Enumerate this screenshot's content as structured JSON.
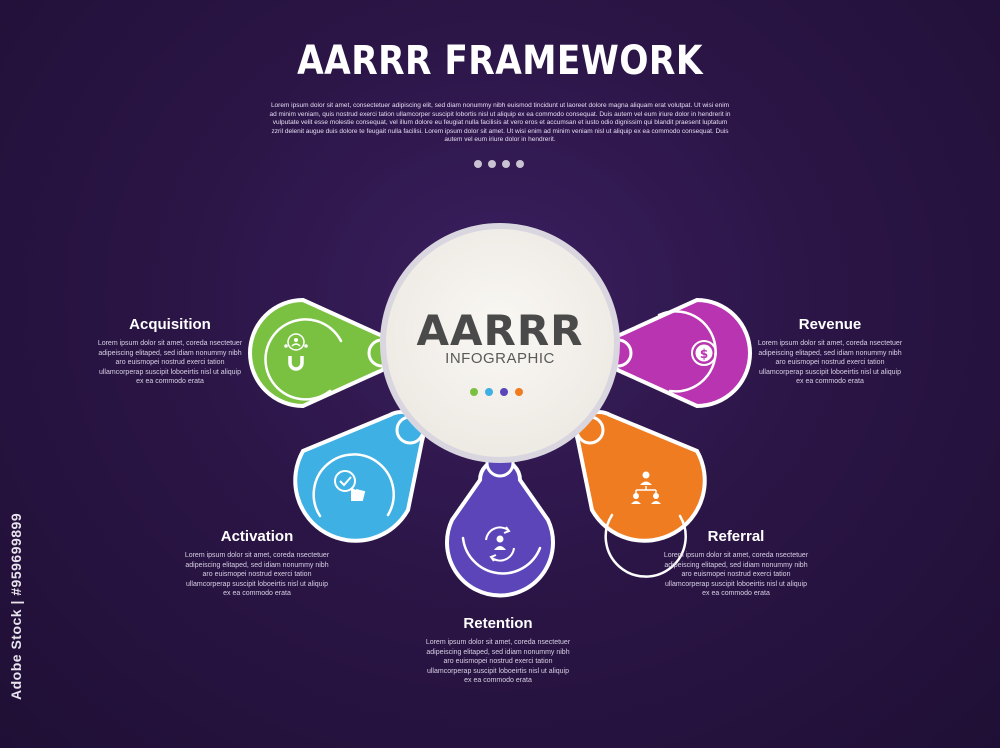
{
  "header": {
    "title": "AARRR FRAMEWORK",
    "subtitle": "Lorem ipsum dolor sit amet, consectetuer adipiscing elit, sed diam nonummy nibh euismod tincidunt ut laoreet dolore magna aliquam erat volutpat. Ut wisi enim ad minim veniam, quis nostrud exerci tation ullamcorper suscipit lobortis nisl ut aliquip ex ea commodo consequat. Duis autem vel eum iriure dolor in hendrerit in vulputate velit esse molestie consequat, vel illum dolore eu feugiat nulla facilisis at vero eros et accumsan et iusto odio dignissim qui blandit praesent luptatum zzril delenit augue duis dolore te feugait nulla facilisi. Lorem ipsum dolor sit amet. Ut wisi enim ad minim veniam nisl ut aliquip ex ea commodo consequat. Duis autem vel eum iriure dolor in hendrerit."
  },
  "center": {
    "title": "AARRR",
    "subtitle": "INFOGRAPHIC",
    "dot_colors": [
      "#7ac142",
      "#3eb0e4",
      "#5b45b8",
      "#f07c21"
    ]
  },
  "stages": [
    {
      "name": "Acquisition",
      "color": "#7ac142",
      "icon": "magnet-users-icon",
      "text": "Lorem ipsum dolor sit amet, coreda nsectetuer adipeiscing elitaped, sed idiam nonummy nibh aro euismopei nostrud exerci tation ullamcorperap suscipit loboeirtis nisl ut aliquip ex ea commodo erata"
    },
    {
      "name": "Activation",
      "color": "#3eb0e4",
      "icon": "touch-check-icon",
      "text": "Lorem ipsum dolor sit amet, coreda nsectetuer adipeiscing elitaped, sed idiam nonummy nibh aro euismopei nostrud exerci tation ullamcorperap suscipit loboeirtis nisl ut aliquip ex ea commodo erata"
    },
    {
      "name": "Retention",
      "color": "#5b45b8",
      "icon": "user-cycle-icon",
      "text": "Lorem ipsum dolor sit amet, coreda nsectetuer adipeiscing elitaped, sed idiam nonummy nibh aro euismopei nostrud exerci tation ullamcorperap suscipit loboeirtis nisl ut aliquip ex ea commodo erata"
    },
    {
      "name": "Referral",
      "color": "#f07c21",
      "icon": "referral-network-icon",
      "text": "Lorem ipsum dolor sit amet, coreda nsectetuer adipeiscing elitaped, sed idiam nonummy nibh aro euismopei nostrud exerci tation ullamcorperap suscipit loboeirtis nisl ut aliquip ex ea commodo erata"
    },
    {
      "name": "Revenue",
      "color": "#b934b0",
      "icon": "dollar-coin-icon",
      "text": "Lorem ipsum dolor sit amet, coreda nsectetuer adipeiscing elitaped, sed idiam nonummy nibh aro euismopei nostrud exerci tation ullamcorperap suscipit loboeirtis nisl ut aliquip ex ea commodo erata"
    }
  ],
  "watermark": "Adobe Stock | #959699899"
}
